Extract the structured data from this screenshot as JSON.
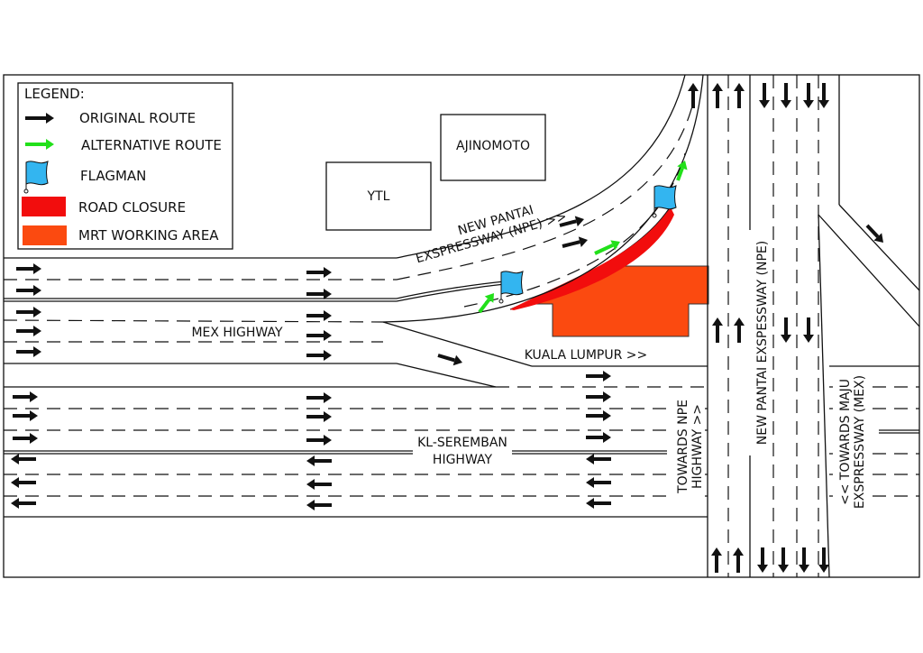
{
  "legend": {
    "title": "LEGEND:",
    "items": [
      {
        "label": "ORIGINAL ROUTE",
        "icon": "black-arrow-icon",
        "color": "#111111"
      },
      {
        "label": "ALTERNATIVE ROUTE",
        "icon": "green-arrow-icon",
        "color": "#22e01a"
      },
      {
        "label": "FLAGMAN",
        "icon": "flag-icon",
        "color": "#33b5f0"
      },
      {
        "label": "ROAD CLOSURE",
        "icon": "red-swatch",
        "color": "#f20d0d"
      },
      {
        "label": "MRT WORKING AREA",
        "icon": "orange-swatch",
        "color": "#fb4a10"
      }
    ]
  },
  "buildings": {
    "ytl": "YTL",
    "ajinomoto": "AJINOMOTO"
  },
  "roads": {
    "npe_ramp_line1": "NEW PANTAI",
    "npe_ramp_line2": "EXSPRESSWAY (NPE) >>",
    "mex": "MEX HIGHWAY",
    "kl": "KUALA LUMPUR >>",
    "kl_seremban_line1": "KL-SEREMBAN",
    "kl_seremban_line2": "HIGHWAY",
    "towards_npe_line1": "TOWARDS NPE",
    "towards_npe_line2": "HIGHWAY >>",
    "npe_vertical": "NEW PANTAI EXSPESSWAY (NPE)",
    "towards_mex_line1": "<< TOWARDS MAJU",
    "towards_mex_line2": "EXSPRESSWAY (MEX)"
  }
}
